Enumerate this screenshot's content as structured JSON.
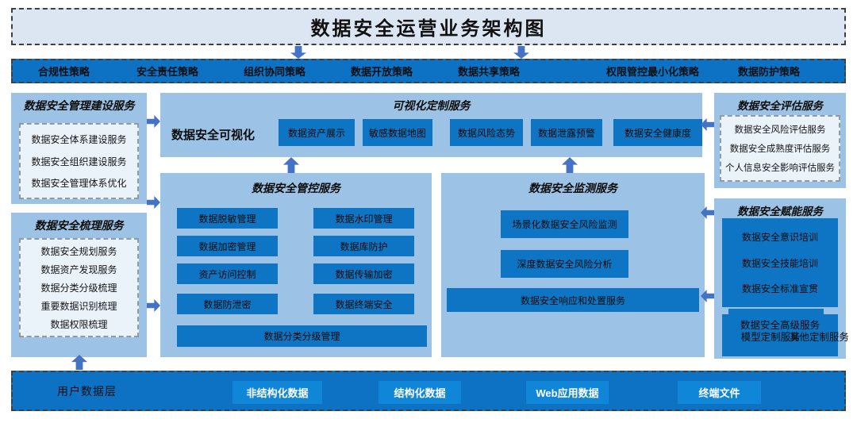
{
  "diagram": {
    "title": "数据安全运营业务架构图",
    "policy_layer": {
      "items": [
        "合规性策略",
        "安全责任策略",
        "组织协同策略",
        "数据开放策略",
        "数据共享策略",
        "权限管控最小化策略",
        "数据防护策略"
      ]
    },
    "management_service": {
      "title": "数据安全管理建设服务",
      "items": [
        "数据安全体系建设服务",
        "数据安全组织建设服务",
        "数据安全管理体系优化"
      ]
    },
    "combing_service": {
      "title": "数据安全梳理服务",
      "items": [
        "数据安全规划服务",
        "数据资产发现服务",
        "数据分类分级梳理",
        "重要数据识别梳理",
        "数据权限梳理"
      ]
    },
    "visualization_service": {
      "title": "可视化定制服务",
      "label": "数据安全可视化",
      "items": [
        "数据资产展示",
        "敏感数据地图",
        "数据风险态势",
        "数据泄露预警",
        "数据安全健康度"
      ]
    },
    "control_service": {
      "title": "数据安全管控服务",
      "left_items": [
        "数据脱敏管理",
        "数据加密管理",
        "资产访问控制",
        "数据防泄密"
      ],
      "right_items": [
        "数据水印管理",
        "数据库防护",
        "数据传输加密",
        "数据终端安全"
      ],
      "bottom_item": "数据分类分级管理"
    },
    "monitoring_service": {
      "title": "数据安全监测服务",
      "items": [
        "场景化数据安全风险监测",
        "深度数据安全风险分析",
        "数据安全响应和处置服务"
      ]
    },
    "assessment_service": {
      "title": "数据安全评估服务",
      "items": [
        "数据安全风险评估服务",
        "数据安全成熟度评估服务",
        "个人信息安全影响评估服务"
      ]
    },
    "enablement_service": {
      "title": "数据安全赋能服务",
      "training_items": [
        "数据安全意识培训",
        "数据安全技能培训",
        "数据安全标准宣贯"
      ],
      "advanced": {
        "title": "数据安全高级服务",
        "items": [
          "模型定制服务",
          "其他定制服务"
        ]
      }
    },
    "user_data_layer": {
      "label": "用户数据层",
      "items": [
        "非结构化数据",
        "结构化数据",
        "Web应用数据",
        "终端文件"
      ]
    },
    "colors": {
      "panel_blue": "#9CC3E5",
      "item_blue": "#0D75C3",
      "bar_blue": "#0D72C3",
      "bottom_item_blue": "#1086D9",
      "arrow_blue": "#4472C4",
      "title_bg": "#DCE6F2",
      "inner_light": "#EAF3FA"
    }
  }
}
